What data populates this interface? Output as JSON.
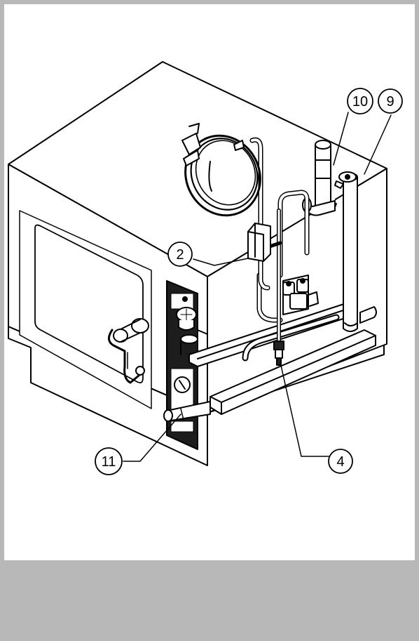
{
  "colors": {
    "frame": "#b8b8b8",
    "panel": "#ffffff",
    "line": "#000000",
    "dark": "#222222"
  },
  "callouts": [
    {
      "id": "c10",
      "label": "10"
    },
    {
      "id": "c9",
      "label": "9"
    },
    {
      "id": "c2",
      "label": "2"
    },
    {
      "id": "c11",
      "label": "11"
    },
    {
      "id": "c4",
      "label": "4"
    }
  ]
}
